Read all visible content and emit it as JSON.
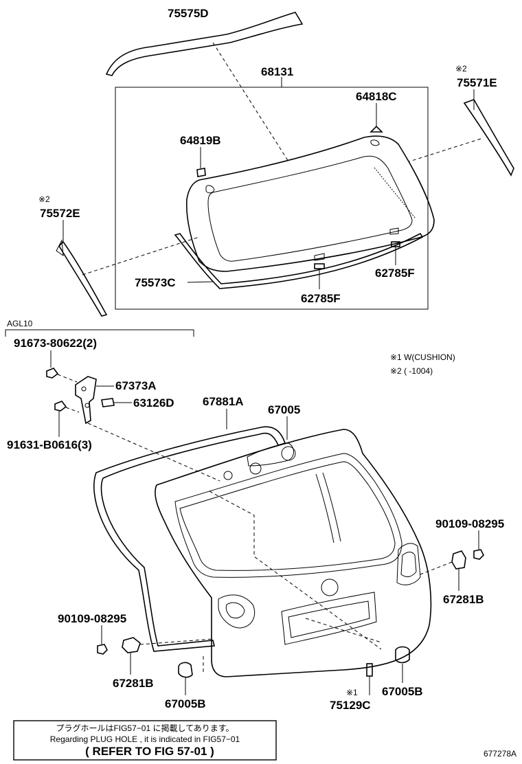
{
  "labels": {
    "l75575D": "75575D",
    "l68131": "68131",
    "l64818C": "64818C",
    "l64819B": "64819B",
    "l75571E": "75571E",
    "l75571E_mark": "※2",
    "l75572E": "75572E",
    "l75572E_mark": "※2",
    "l75573C": "75573C",
    "l62785F_a": "62785F",
    "l62785F_b": "62785F",
    "agl10": "AGL10",
    "l91673": "91673-80622(2)",
    "l67373A": "67373A",
    "l63126D": "63126D",
    "l91631": "91631-B0616(3)",
    "l67881A": "67881A",
    "l67005": "67005",
    "l90109_a": "90109-08295",
    "l67281B_a": "67281B",
    "l90109_b": "90109-08295",
    "l67281B_b": "67281B",
    "l67005B_a": "67005B",
    "l67005B_b": "67005B",
    "l75129C": "75129C",
    "l75129C_mark": "※1"
  },
  "legend": {
    "line1": "※1 W(CUSHION)",
    "line2": "※2 (      -1004)"
  },
  "note": {
    "line_jp": "プラグホールはFIG57−01 に掲載してあります。",
    "line_en": "Regarding PLUG HOLE , it is indicated in FIG57−01",
    "line_ref": "( REFER TO FIG 57-01 )"
  },
  "figure_code": "677278A"
}
